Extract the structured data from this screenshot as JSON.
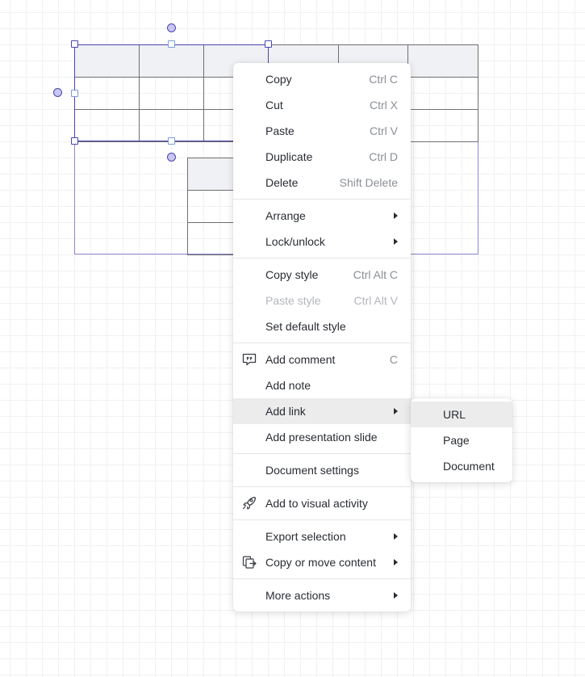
{
  "menu": {
    "groups": [
      [
        {
          "label": "Copy",
          "shortcut": "Ctrl C"
        },
        {
          "label": "Cut",
          "shortcut": "Ctrl X"
        },
        {
          "label": "Paste",
          "shortcut": "Ctrl V"
        },
        {
          "label": "Duplicate",
          "shortcut": "Ctrl D"
        },
        {
          "label": "Delete",
          "shortcut": "Shift Delete"
        }
      ],
      [
        {
          "label": "Arrange",
          "submenu": true
        },
        {
          "label": "Lock/unlock",
          "submenu": true
        }
      ],
      [
        {
          "label": "Copy style",
          "shortcut": "Ctrl Alt C"
        },
        {
          "label": "Paste style",
          "shortcut": "Ctrl Alt V",
          "disabled": true
        },
        {
          "label": "Set default style"
        }
      ],
      [
        {
          "label": "Add comment",
          "shortcut": "C",
          "icon": "comment-icon"
        },
        {
          "label": "Add note"
        },
        {
          "label": "Add link",
          "submenu": true,
          "highlighted": true
        },
        {
          "label": "Add presentation slide"
        }
      ],
      [
        {
          "label": "Document settings"
        }
      ],
      [
        {
          "label": "Add to visual activity",
          "icon": "rocket-icon"
        }
      ],
      [
        {
          "label": "Export selection",
          "submenu": true
        },
        {
          "label": "Copy or move content",
          "submenu": true,
          "icon": "copy-move-icon"
        }
      ],
      [
        {
          "label": "More actions",
          "submenu": true
        }
      ]
    ]
  },
  "submenu": {
    "items": [
      {
        "label": "URL",
        "highlighted": true
      },
      {
        "label": "Page"
      },
      {
        "label": "Document"
      }
    ]
  },
  "colors": {
    "selection": "#4a45b0",
    "handle_fill": "#c8c6f2",
    "grid": "#f1f1f3",
    "header_fill": "#f0f1f4",
    "highlight": "#ececec"
  }
}
